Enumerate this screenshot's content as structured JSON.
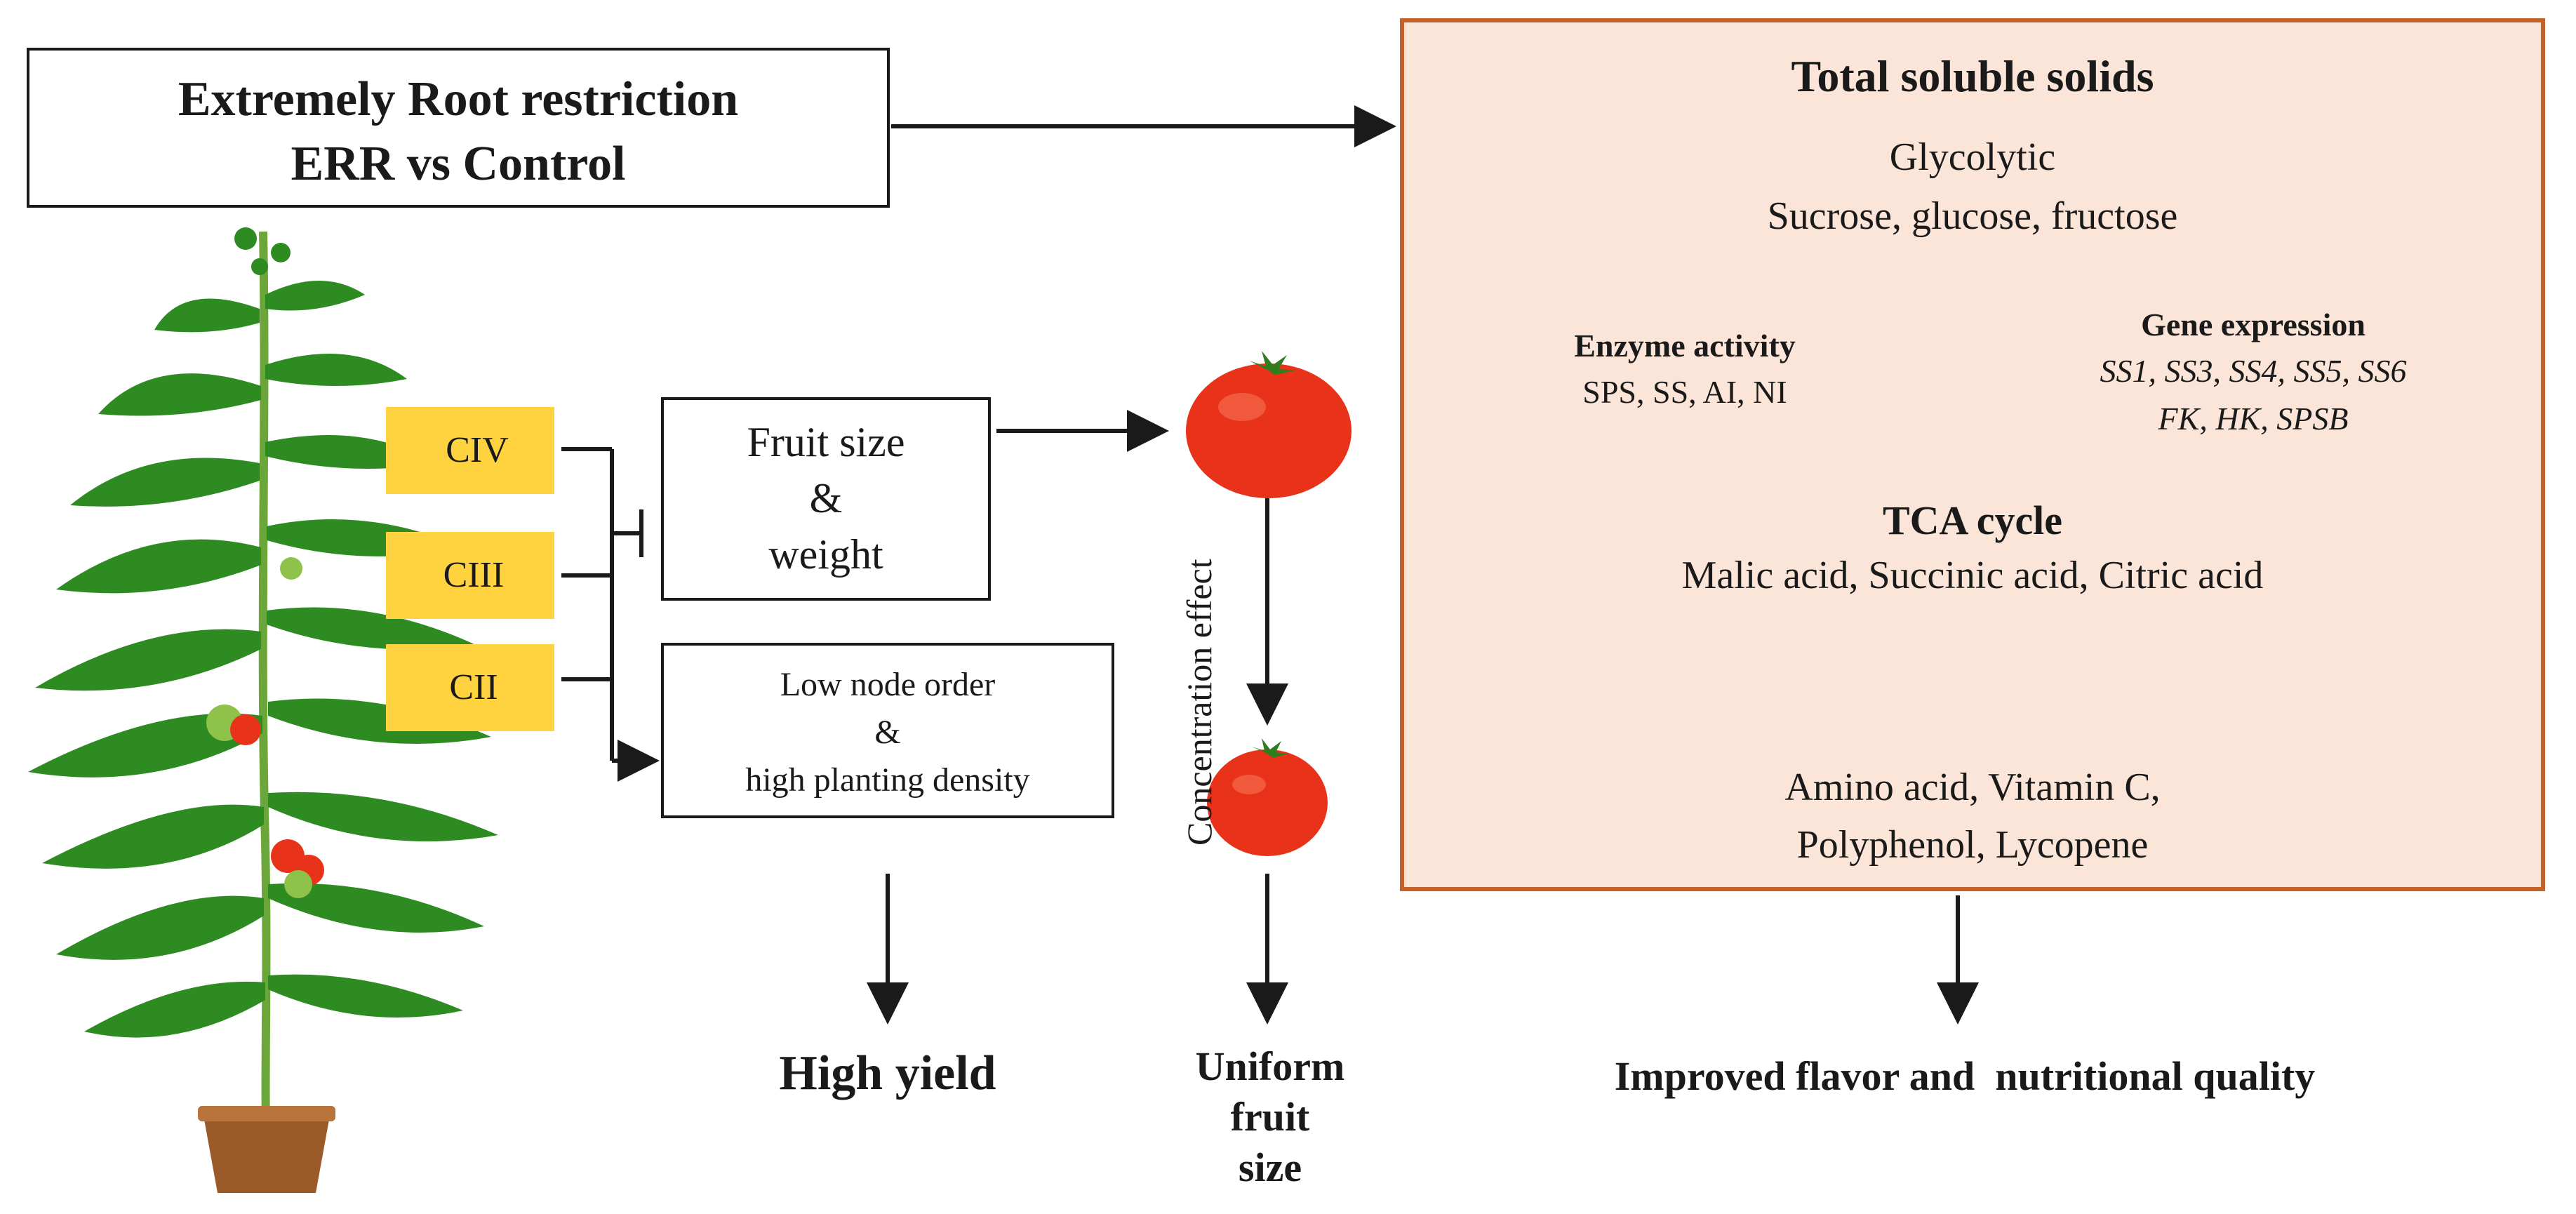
{
  "header": {
    "line1": "Extremely Root restriction",
    "line2": "ERR vs Control"
  },
  "clusters": {
    "civ": "CIV",
    "ciii": "CIII",
    "cii": "CII"
  },
  "fruit_box": {
    "line1": "Fruit size",
    "line2": "&",
    "line3": "weight"
  },
  "node_box": {
    "line1": "Low node order",
    "line2": "&",
    "line3": "high planting density"
  },
  "concentration_label": "Concentration effect",
  "outcomes": {
    "high_yield": "High yield",
    "uniform_line1": "Uniform",
    "uniform_line2": "fruit",
    "uniform_line3": "size",
    "improved": "Improved flavor and  nutritional quality"
  },
  "tss": {
    "title": "Total soluble solids",
    "glycolytic": "Glycolytic",
    "sugars": "Sucrose, glucose, fructose",
    "enzyme_title": "Enzyme activity",
    "enzyme_list": "SPS, SS, AI, NI",
    "gene_title": "Gene expression",
    "gene_list1": "SS1, SS3, SS4, SS5, SS6",
    "gene_list2": "FK, HK, SPSB",
    "tca_title": "TCA cycle",
    "acids": "Malic acid, Succinic acid, Citric acid",
    "nutrients1": "Amino acid, Vitamin C,",
    "nutrients2": "Polyphenol, Lycopene"
  },
  "colors": {
    "tss_fill": "#fbe5d8",
    "tss_border": "#c5622a",
    "cluster_fill": "#ffd23f",
    "leaf_green": "#2e8b22",
    "tomato_red": "#e8321a",
    "pot_brown": "#9a5a2a"
  },
  "icons": {
    "plant": "tomato-plant-illustration",
    "tomato": "tomato-fruit-icon"
  }
}
